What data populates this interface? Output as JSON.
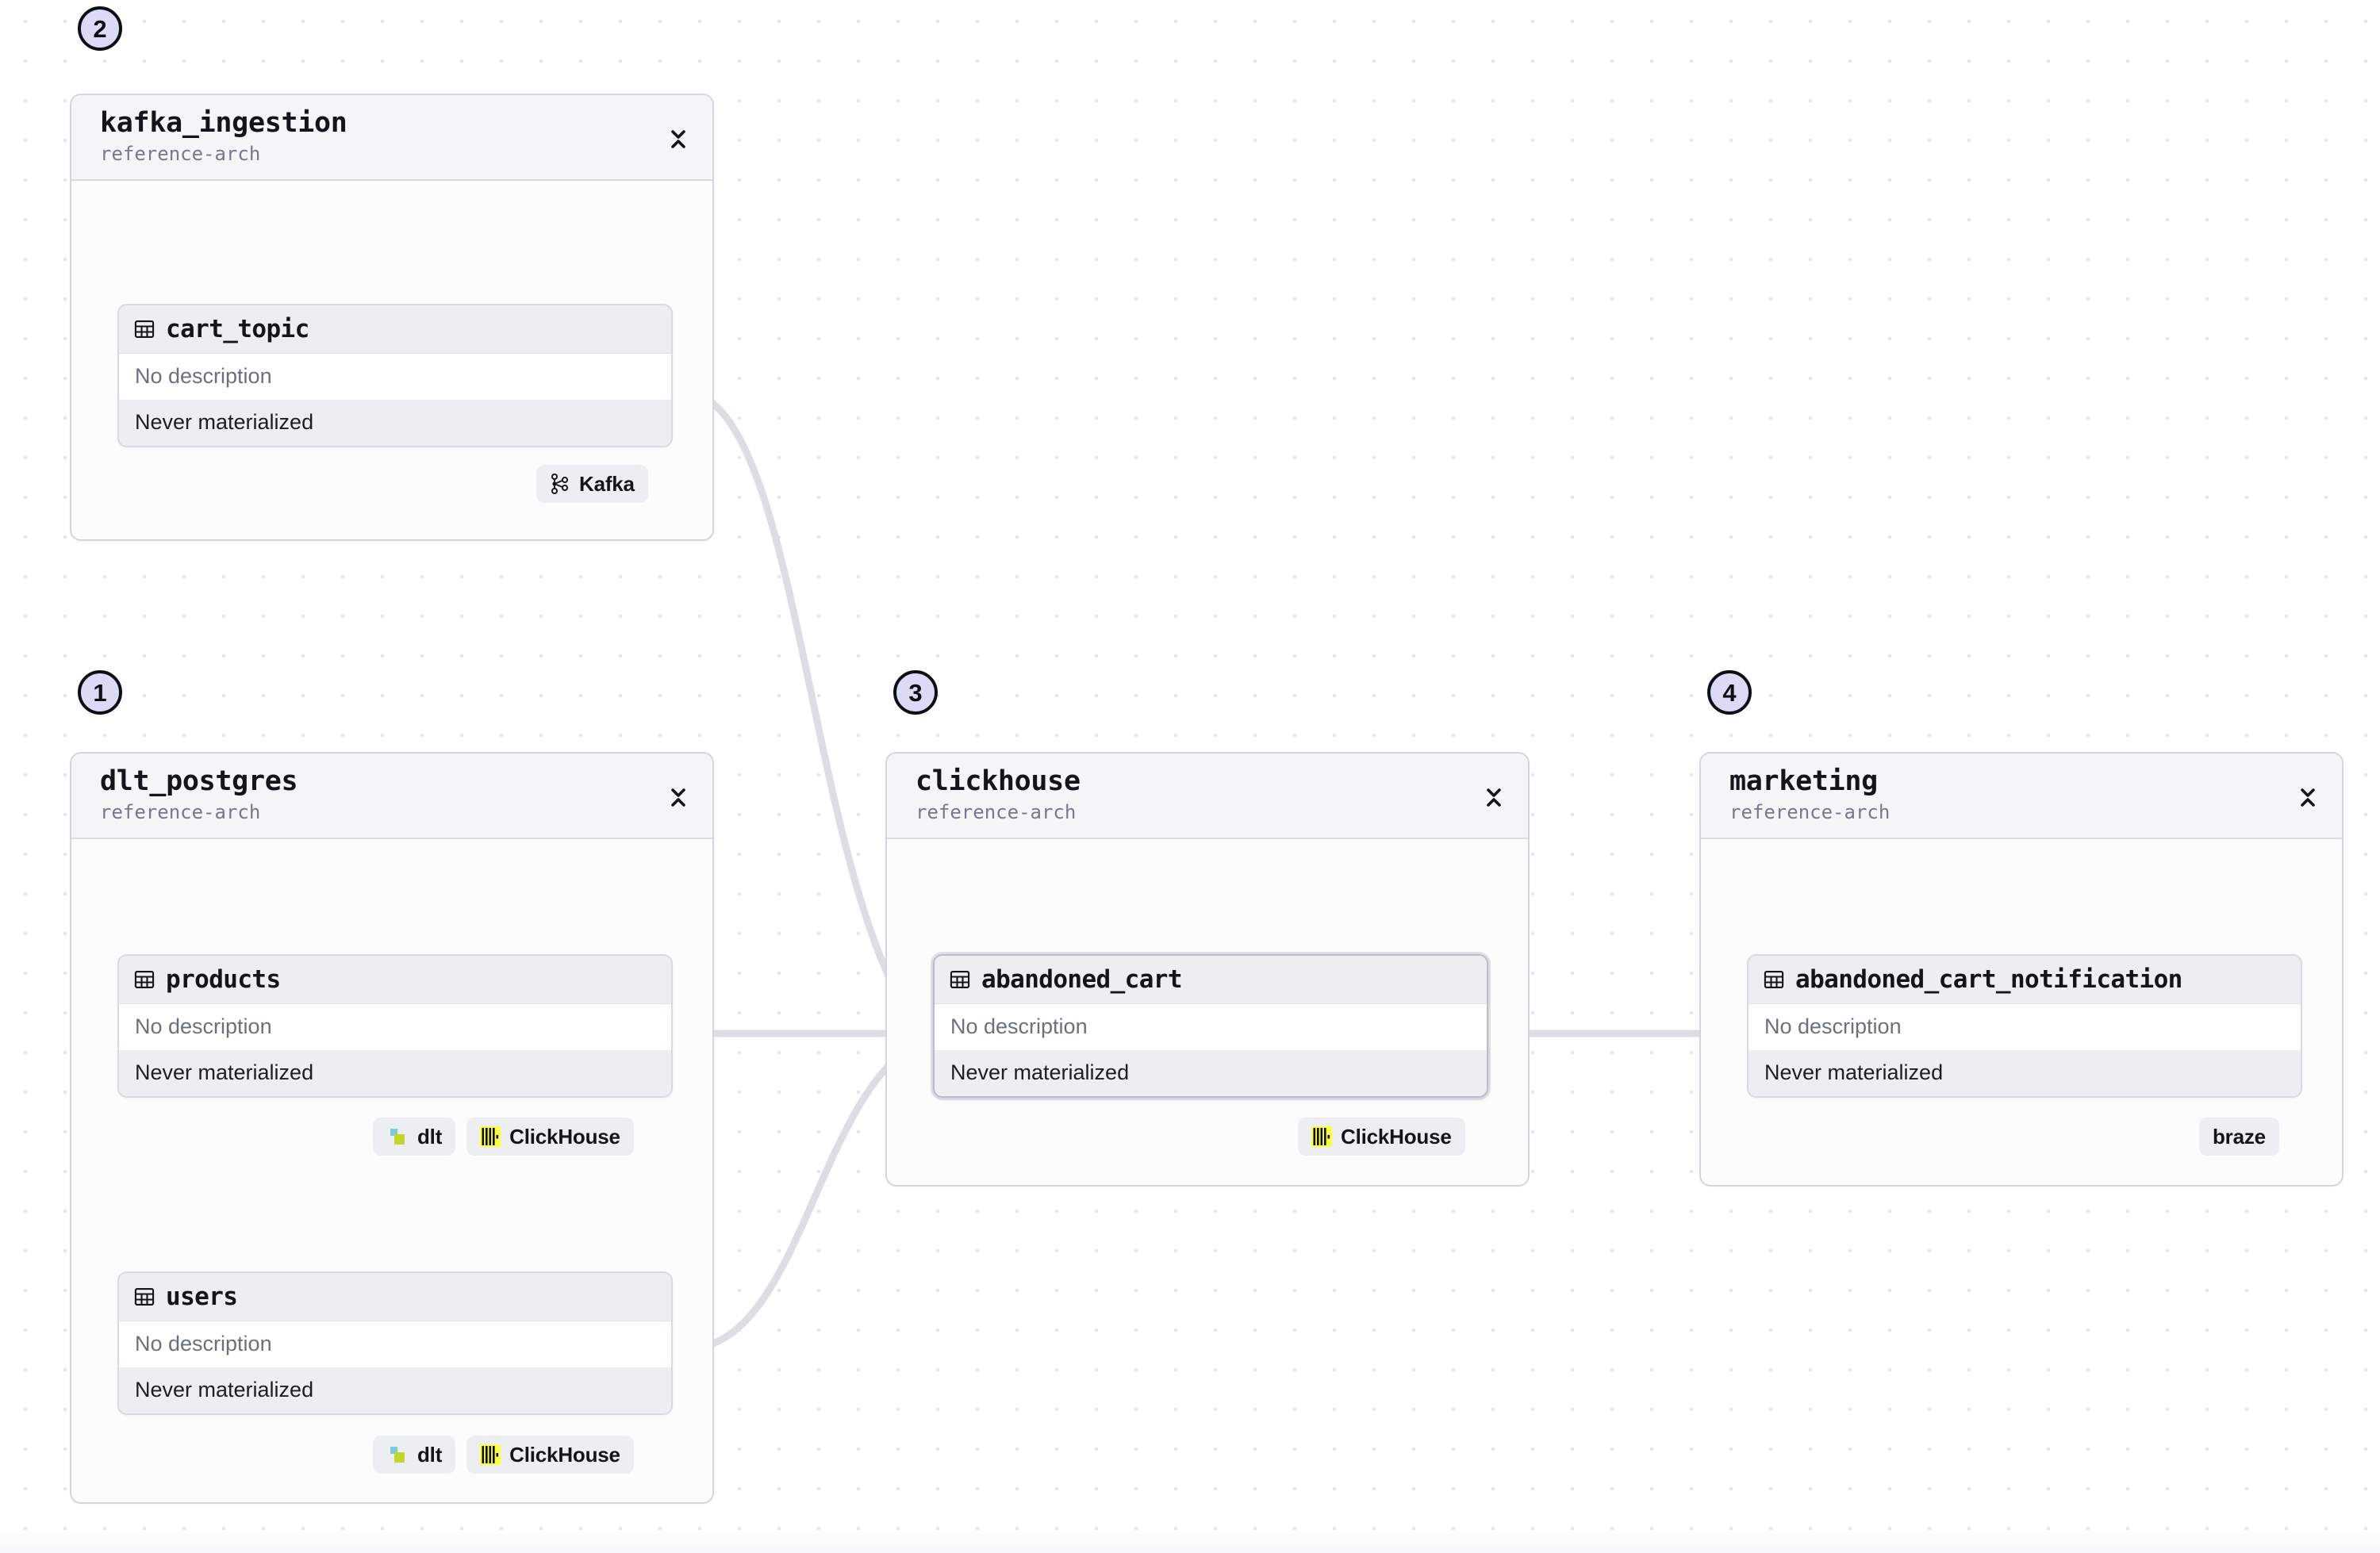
{
  "canvas": {
    "background": "#ffffff",
    "grid_dot_color": "#e3e4ea",
    "edge_color": "#dcdee3",
    "step_badge_fill": "#dcdbf5",
    "step_badge_border": "#0d0f16"
  },
  "groups": [
    {
      "id": "kafka_ingestion",
      "title": "kafka_ingestion",
      "subtitle": "reference-arch",
      "step": "2",
      "collapse_icon": "chevron-up-down-icon"
    },
    {
      "id": "dlt_postgres",
      "title": "dlt_postgres",
      "subtitle": "reference-arch",
      "step": "1",
      "collapse_icon": "chevron-up-down-icon"
    },
    {
      "id": "clickhouse",
      "title": "clickhouse",
      "subtitle": "reference-arch",
      "step": "3",
      "collapse_icon": "chevron-up-down-icon"
    },
    {
      "id": "marketing",
      "title": "marketing",
      "subtitle": "reference-arch",
      "step": "4",
      "collapse_icon": "chevron-up-down-icon"
    }
  ],
  "nodes": [
    {
      "id": "cart_topic",
      "title": "cart_topic",
      "description": "No description",
      "materialization": "Never materialized",
      "icon": "table-icon",
      "selected": false,
      "badges": [
        {
          "label": "Kafka",
          "icon": "kafka-icon"
        }
      ]
    },
    {
      "id": "products",
      "title": "products",
      "description": "No description",
      "materialization": "Never materialized",
      "icon": "table-icon",
      "selected": false,
      "badges": [
        {
          "label": "dlt",
          "icon": "dlt-icon"
        },
        {
          "label": "ClickHouse",
          "icon": "clickhouse-icon"
        }
      ]
    },
    {
      "id": "users",
      "title": "users",
      "description": "No description",
      "materialization": "Never materialized",
      "icon": "table-icon",
      "selected": false,
      "badges": [
        {
          "label": "dlt",
          "icon": "dlt-icon"
        },
        {
          "label": "ClickHouse",
          "icon": "clickhouse-icon"
        }
      ]
    },
    {
      "id": "abandoned_cart",
      "title": "abandoned_cart",
      "description": "No description",
      "materialization": "Never materialized",
      "icon": "table-icon",
      "selected": true,
      "badges": [
        {
          "label": "ClickHouse",
          "icon": "clickhouse-icon"
        }
      ]
    },
    {
      "id": "abandoned_cart_notification",
      "title": "abandoned_cart_notification",
      "description": "No description",
      "materialization": "Never materialized",
      "icon": "table-icon",
      "selected": false,
      "badges": [
        {
          "label": "braze",
          "icon": "none"
        }
      ]
    }
  ],
  "edges": [
    {
      "from": "cart_topic",
      "to": "abandoned_cart"
    },
    {
      "from": "products",
      "to": "abandoned_cart"
    },
    {
      "from": "users",
      "to": "abandoned_cart"
    },
    {
      "from": "abandoned_cart",
      "to": "abandoned_cart_notification"
    }
  ]
}
